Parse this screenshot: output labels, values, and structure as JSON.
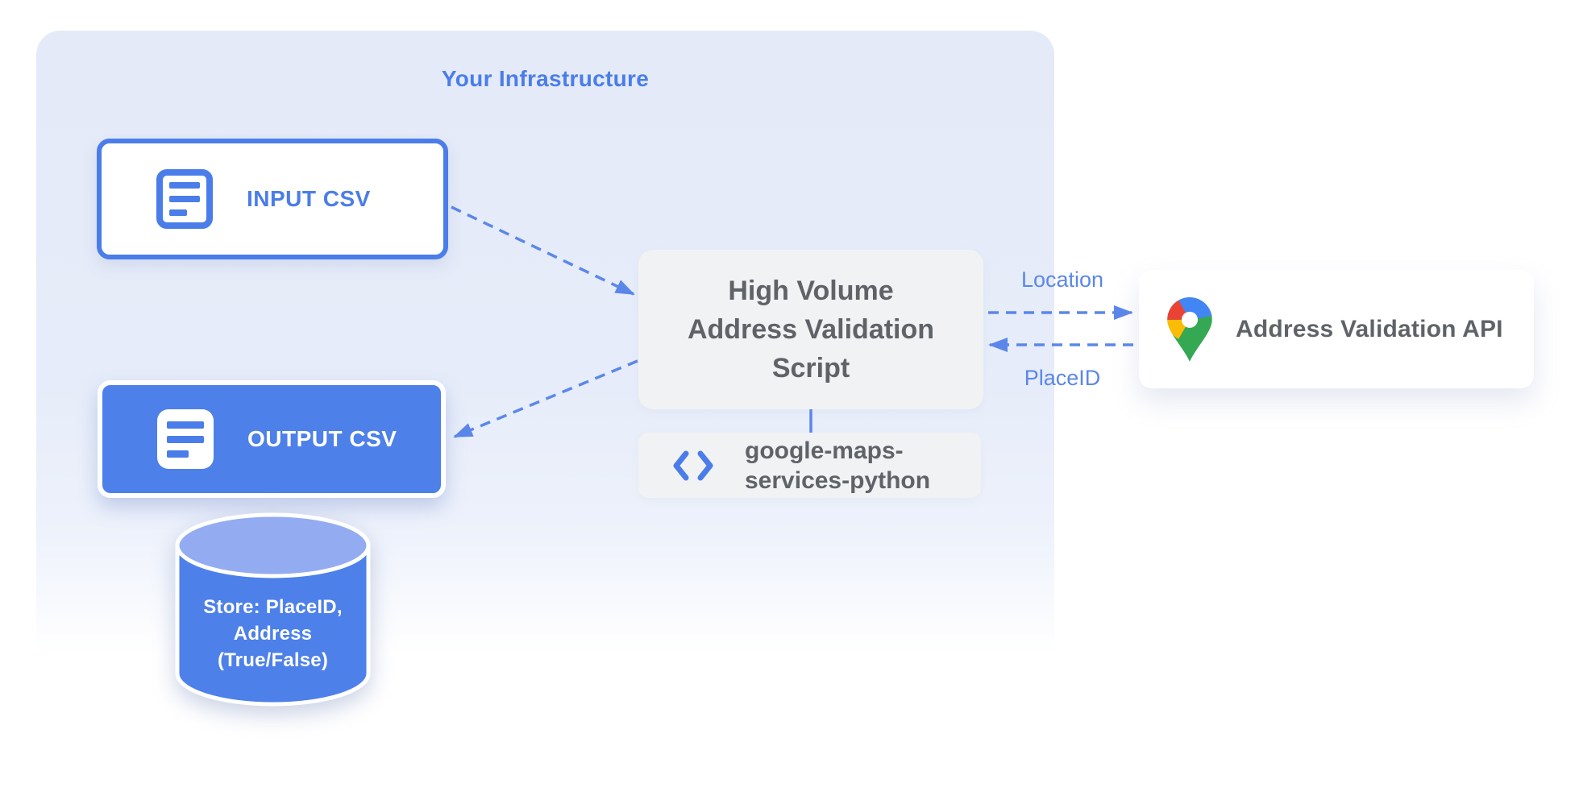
{
  "diagram": {
    "infrastructure": {
      "title": "Your Infrastructure"
    },
    "nodes": {
      "input_csv": {
        "label": "INPUT CSV",
        "icon": "document-icon"
      },
      "output_csv": {
        "label": "OUTPUT CSV",
        "icon": "document-icon"
      },
      "datastore": {
        "icon": "database-cylinder-icon",
        "label_lines": [
          "Store: PlaceID,",
          "Address",
          "(True/False)"
        ]
      },
      "script": {
        "label_lines": [
          "High Volume",
          "Address Validation",
          "Script"
        ]
      },
      "library": {
        "icon": "code-brackets-icon",
        "label_lines": [
          "google-maps-",
          "services-python"
        ]
      },
      "api": {
        "label": "Address Validation API",
        "icon": "google-maps-pin-icon"
      }
    },
    "edges": {
      "location_label": "Location",
      "placeid_label": "PlaceID"
    }
  },
  "colors": {
    "primary_blue": "#4a7de9",
    "arrow_blue": "#5b87ea",
    "container_bg": "#e6ebf8",
    "box_gray": "#f1f2f3",
    "text_gray": "#5f6368",
    "cylinder_body": "#4d80e9",
    "cylinder_top": "#93abf1",
    "pin_red": "#EA4335",
    "pin_blue": "#4285F4",
    "pin_yellow": "#FBBC04",
    "pin_green": "#34A853"
  }
}
